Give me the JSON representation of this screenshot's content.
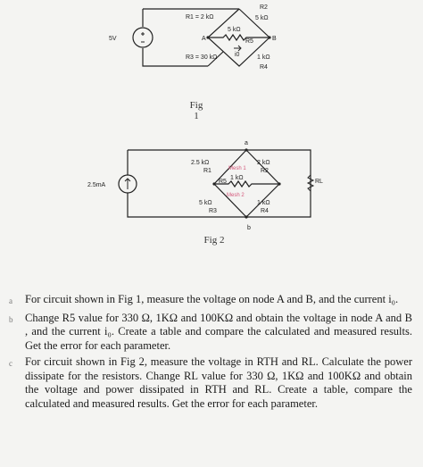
{
  "fig1": {
    "caption_line1": "Fig",
    "caption_line2": "1",
    "source": "5V",
    "r1": "R1 = 2 kΩ",
    "r2_value": "5 kΩ",
    "r2_name": "R2",
    "r5_value": "5 kΩ",
    "r5_name": "R5",
    "r3": "R3 = 30 kΩ",
    "r4_value": "1 kΩ",
    "r4_name": "R4",
    "node_a": "A",
    "node_b": "B",
    "current": "i0"
  },
  "fig2": {
    "caption": "Fig 2",
    "source": "2.5mA",
    "node_top": "a",
    "node_bottom": "b",
    "r1_value": "2.5 kΩ",
    "r1_name": "R1",
    "r2_value": "2 kΩ",
    "r2_name": "R2",
    "r5_value": "1 kΩ",
    "r5_name": "R5",
    "r3_value": "5 kΩ",
    "r3_name": "R3",
    "r4_value": "1 kΩ",
    "r4_name": "R4",
    "rl_name": "RL",
    "mesh1": "Mesh 1",
    "mesh2": "Mesh 2"
  },
  "questions": [
    {
      "marker": "a",
      "text": "For circuit shown in Fig 1, measure the voltage on node A and B, and the current i₀."
    },
    {
      "marker": "b",
      "text": "Change R5 value for 330 Ω, 1KΩ and 100KΩ and obtain the voltage in node A and B , and the current i₀. Create a table and compare the calculated and measured results. Get the error for each parameter."
    },
    {
      "marker": "c",
      "text": "For circuit shown in Fig 2, measure the voltage in RTH and RL. Calculate the power dissipate for the resistors. Change RL value for 330 Ω, 1KΩ and 100KΩ and obtain the voltage and power dissipated in RTH and RL. Create a table, compare the calculated and measured results. Get the error for each parameter."
    }
  ],
  "colors": {
    "wire": "#222222",
    "mesh_label": "#d4577a",
    "text": "#1a1a1a"
  }
}
